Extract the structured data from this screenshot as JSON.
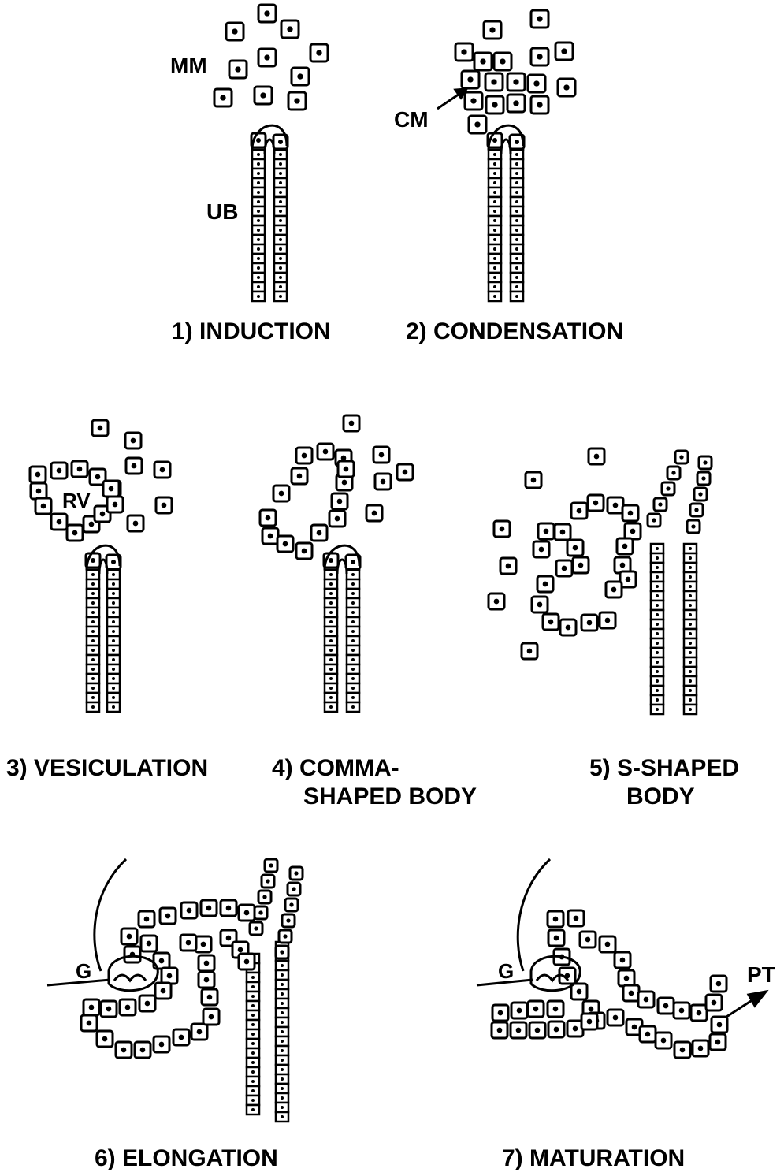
{
  "stages": [
    {
      "id": "induction",
      "caption": "1) INDUCTION"
    },
    {
      "id": "condensation",
      "caption": "2) CONDENSATION"
    },
    {
      "id": "vesiculation",
      "caption": "3) VESICULATION"
    },
    {
      "id": "comma",
      "caption_line1": "4) COMMA-",
      "caption_line2": "SHAPED BODY"
    },
    {
      "id": "s-shaped",
      "caption_line1": "5) S-SHAPED",
      "caption_line2": "BODY"
    },
    {
      "id": "elongation",
      "caption": "6) ELONGATION"
    },
    {
      "id": "maturation",
      "caption": "7) MATURATION"
    }
  ],
  "labels": {
    "mm": "MM",
    "cm": "CM",
    "ub": "UB",
    "rv": "RV",
    "g6": "G",
    "g7": "G",
    "pt": "PT"
  },
  "colors": {
    "ink": "#000000",
    "paper": "#ffffff"
  }
}
